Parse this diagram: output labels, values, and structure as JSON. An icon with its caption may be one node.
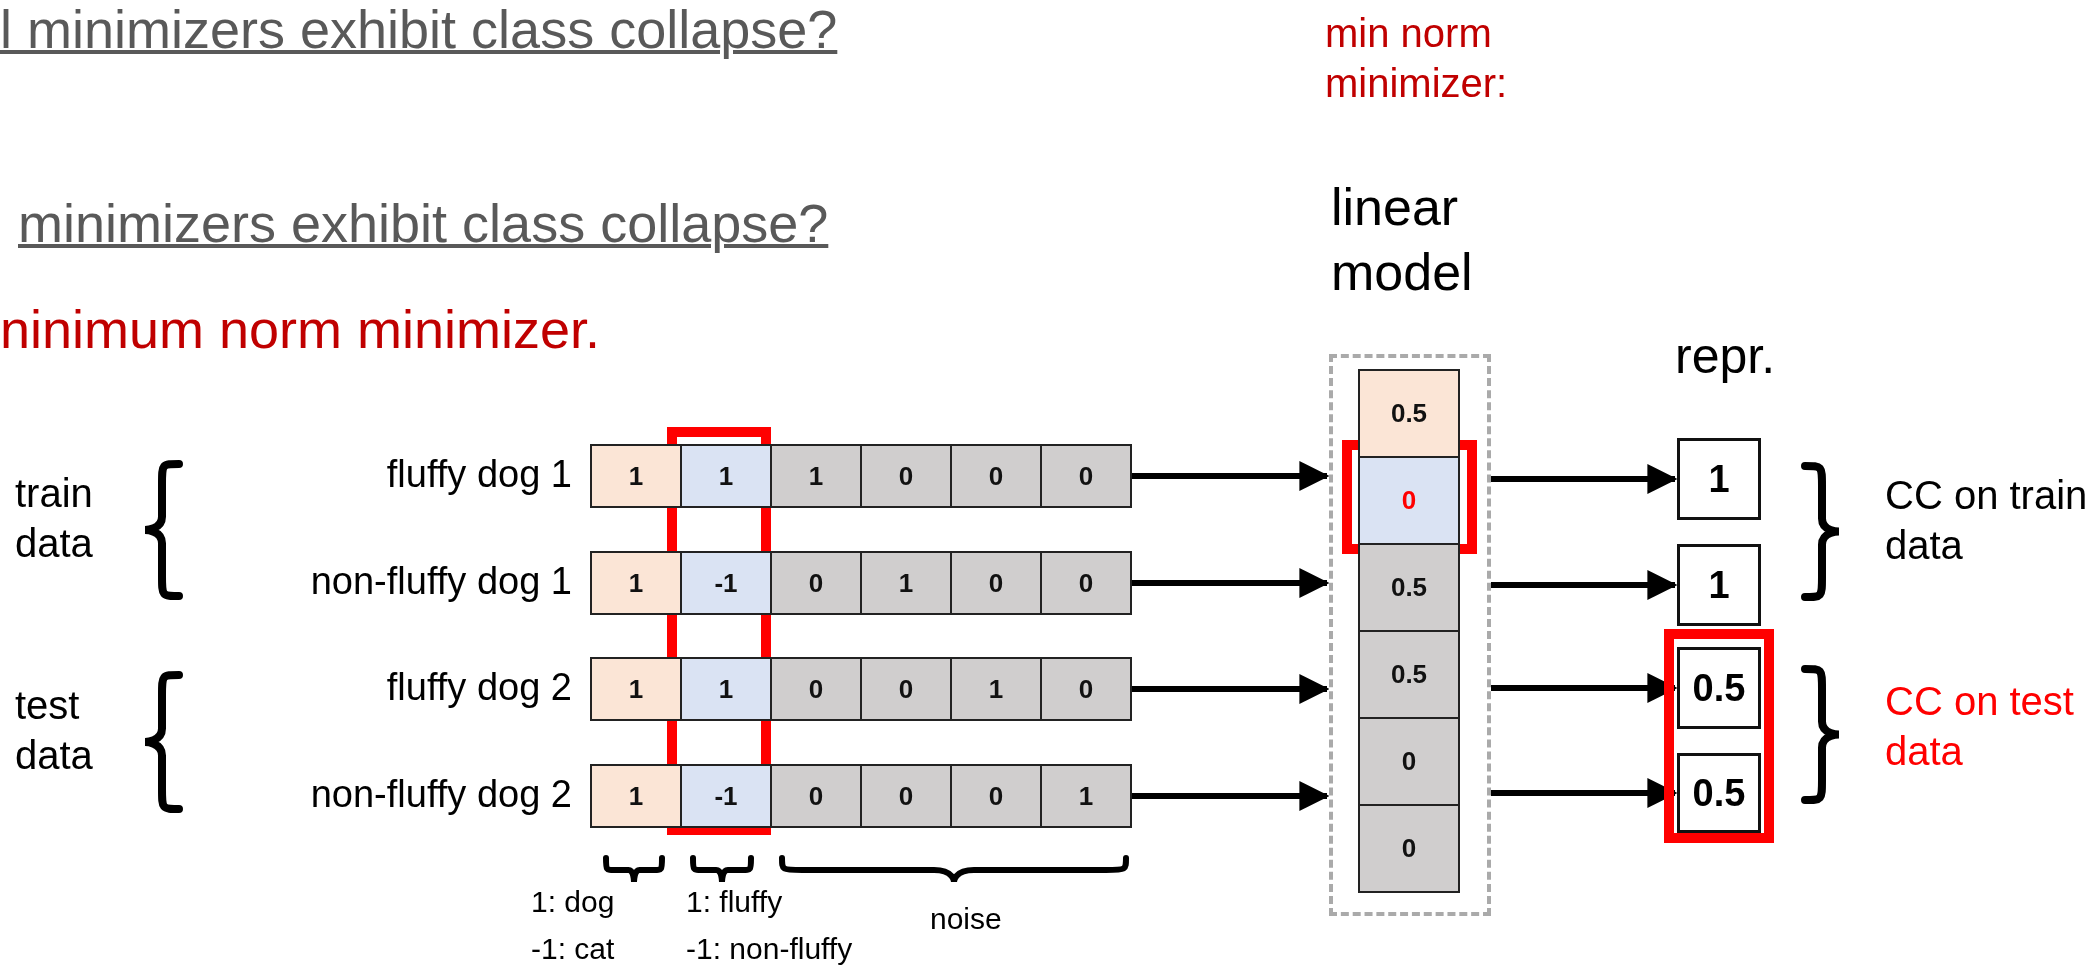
{
  "diagram": {
    "nodes": [
      {
        "text": [
          "1",
          "1",
          "1",
          "0",
          "0",
          "0"
        ],
        "beside": [
          "fluffy dog 1"
        ]
      },
      {
        "text": [
          "1",
          "-1",
          "0",
          "1",
          "0",
          "0"
        ],
        "beside": [
          "non-fluffy dog 1"
        ]
      },
      {
        "text": [
          "1",
          "1",
          "0",
          "0",
          "1",
          "0"
        ],
        "beside": [
          "fluffy dog 2"
        ]
      },
      {
        "text": [
          "1",
          "-1",
          "0",
          "0",
          "0",
          "1"
        ],
        "beside": [
          "non-fluffy dog 2"
        ]
      },
      {
        "text": [
          "linear model",
          "0.5",
          "0",
          "0.5",
          "0.5",
          "0",
          "0"
        ]
      },
      {
        "text": [
          "1"
        ]
      },
      {
        "text": [
          "1"
        ]
      },
      {
        "text": [
          "0.5"
        ]
      },
      {
        "text": [
          "0.5"
        ]
      }
    ],
    "edges": [
      {
        "from": 0,
        "to": 4,
        "arrow": "to"
      },
      {
        "from": 1,
        "to": 4,
        "arrow": "to"
      },
      {
        "from": 2,
        "to": 4,
        "arrow": "to"
      },
      {
        "from": 3,
        "to": 4,
        "arrow": "to"
      },
      {
        "from": 4,
        "to": 5,
        "arrow": "to"
      },
      {
        "from": 4,
        "to": 6,
        "arrow": "to"
      },
      {
        "from": 4,
        "to": 7,
        "arrow": "to"
      },
      {
        "from": 4,
        "to": 8,
        "arrow": "to"
      }
    ],
    "labels": [
      "l minimizers exhibit class collapse?",
      "minimizers exhibit class collapse?",
      "ninimum norm minimizer.",
      "min norm minimizer:",
      "repr.",
      "train data",
      "test data",
      "1: dog",
      "-1: cat",
      "1: fluffy",
      "-1: non-fluffy",
      "noise",
      "CC on train data",
      "CC on test data"
    ]
  }
}
